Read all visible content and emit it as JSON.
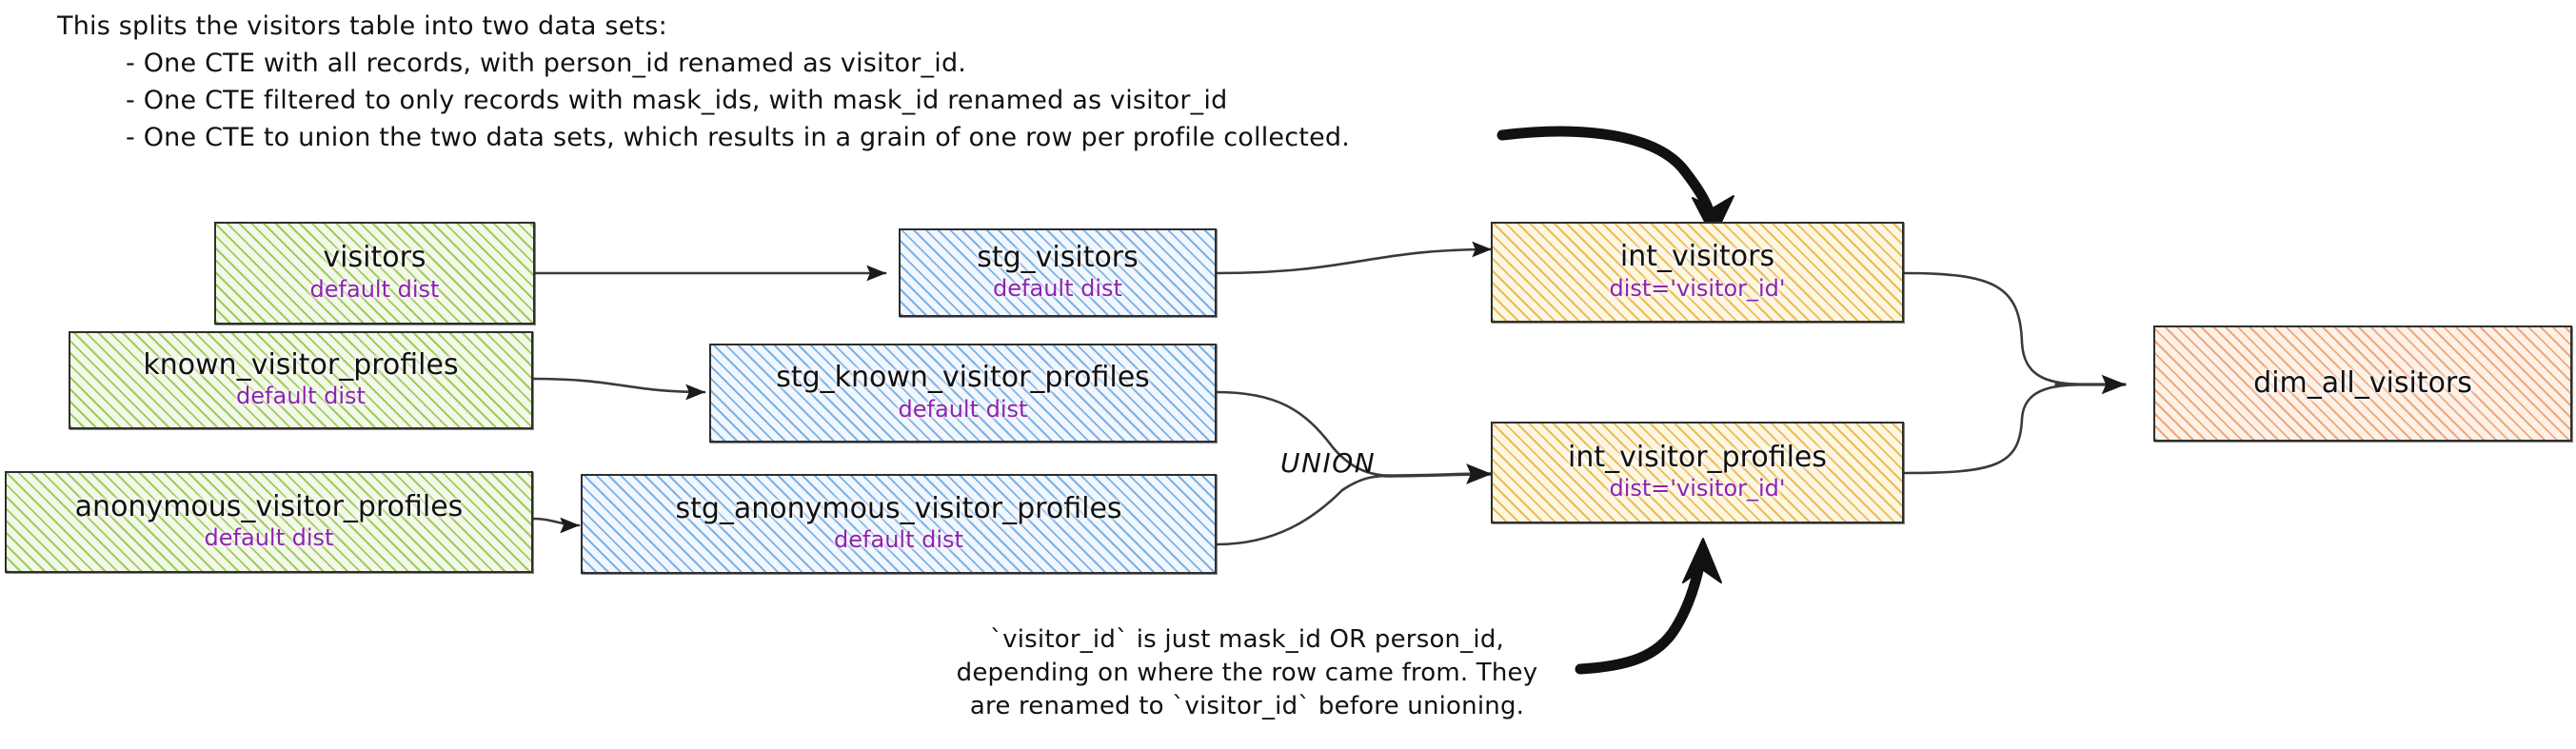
{
  "annotations": {
    "top": {
      "lead": "This splits the visitors table into two data sets:",
      "bullets": [
        "- One CTE with all records, with person_id renamed as visitor_id.",
        "- One CTE filtered to only records with mask_ids, with mask_id renamed as visitor_id",
        "- One CTE to union the two data sets, which results in a grain of one row per profile collected."
      ]
    },
    "bottom": {
      "lines": [
        "`visitor_id` is just mask_id OR person_id,",
        "depending on where the row came from. They",
        "are renamed to `visitor_id` before unioning."
      ]
    },
    "union_label": "UNION"
  },
  "colors": {
    "source_green": "#8cc63f",
    "staging_blue": "#5ca0e2",
    "intermediate_yellow": "#e8b23a",
    "mart_salmon": "#ec9660",
    "subtitle_purple": "#8e23b0",
    "stroke": "#2e2e2e",
    "background": "#ffffff"
  },
  "nodes": [
    {
      "id": "visitors",
      "title": "visitors",
      "subtitle": "default dist",
      "layer": "source",
      "fill": "fill-green"
    },
    {
      "id": "known_visitor_profiles",
      "title": "known_visitor_profiles",
      "subtitle": "default dist",
      "layer": "source",
      "fill": "fill-green"
    },
    {
      "id": "anonymous_visitor_profiles",
      "title": "anonymous_visitor_profiles",
      "subtitle": "default dist",
      "layer": "source",
      "fill": "fill-green"
    },
    {
      "id": "stg_visitors",
      "title": "stg_visitors",
      "subtitle": "default dist",
      "layer": "staging",
      "fill": "fill-blue"
    },
    {
      "id": "stg_known_visitor_profiles",
      "title": "stg_known_visitor_profiles",
      "subtitle": "default dist",
      "layer": "staging",
      "fill": "fill-blue"
    },
    {
      "id": "stg_anonymous_visitor_profiles",
      "title": "stg_anonymous_visitor_profiles",
      "subtitle": "default dist",
      "layer": "staging",
      "fill": "fill-blue"
    },
    {
      "id": "int_visitors",
      "title": "int_visitors",
      "subtitle": "dist='visitor_id'",
      "layer": "intermediate",
      "fill": "fill-yellow"
    },
    {
      "id": "int_visitor_profiles",
      "title": "int_visitor_profiles",
      "subtitle": "dist='visitor_id'",
      "layer": "intermediate",
      "fill": "fill-yellow"
    },
    {
      "id": "dim_all_visitors",
      "title": "dim_all_visitors",
      "subtitle": "",
      "layer": "mart",
      "fill": "fill-salmon"
    }
  ],
  "edges": [
    {
      "from": "visitors",
      "to": "stg_visitors"
    },
    {
      "from": "known_visitor_profiles",
      "to": "stg_known_visitor_profiles"
    },
    {
      "from": "anonymous_visitor_profiles",
      "to": "stg_anonymous_visitor_profiles"
    },
    {
      "from": "stg_visitors",
      "to": "int_visitors"
    },
    {
      "from": "stg_known_visitor_profiles",
      "to": "int_visitor_profiles",
      "label": "UNION"
    },
    {
      "from": "stg_anonymous_visitor_profiles",
      "to": "int_visitor_profiles",
      "label": "UNION"
    },
    {
      "from": "int_visitors",
      "to": "dim_all_visitors"
    },
    {
      "from": "int_visitor_profiles",
      "to": "dim_all_visitors"
    }
  ],
  "callouts": [
    {
      "from": "annotation-top",
      "to": "int_visitors",
      "style": "thick-curved-arrow"
    },
    {
      "from": "annotation-bottom",
      "to": "int_visitor_profiles",
      "style": "thick-curved-arrow"
    }
  ]
}
